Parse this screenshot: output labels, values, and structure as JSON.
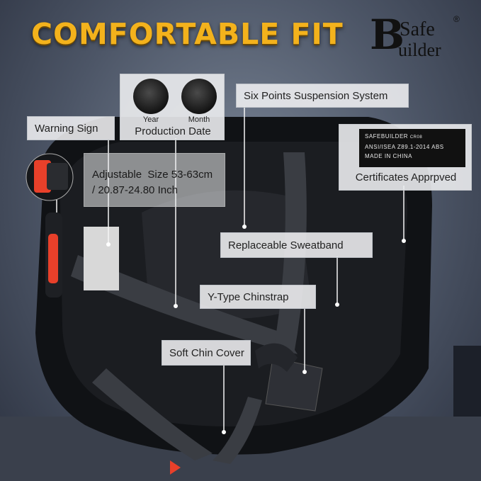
{
  "headline": "COMFORTABLE FIT",
  "logo": {
    "initial": "B",
    "line1": "Safe",
    "line2": "uilder",
    "registered": "®"
  },
  "labels": {
    "six_points": "Six Points Suspension System",
    "warning": "Warning Sign",
    "production": "Production Date",
    "certificates": "Certificates Apprpved",
    "sweatband": "Replaceable Sweatband",
    "chinstrap": "Y-Type Chinstrap",
    "chin_cover": "Soft Chin Cover"
  },
  "dials": {
    "year": "Year",
    "month": "Month"
  },
  "adjustable": {
    "line1": "Adjustable  Size 53-63cm",
    "line2": "/ 20.87-24.80 Inch"
  },
  "cert_sticker": {
    "brand": "SAFEBUILDER",
    "code": "CR08",
    "standard": "ANSI/ISEA Z89.1-2014",
    "material": "ABS",
    "origin": "MADE IN CHINA"
  },
  "colors": {
    "headline": "#f3b21c",
    "helmet": "#101215",
    "strap": "#2a2c30",
    "dial_red": "#e8402a"
  }
}
